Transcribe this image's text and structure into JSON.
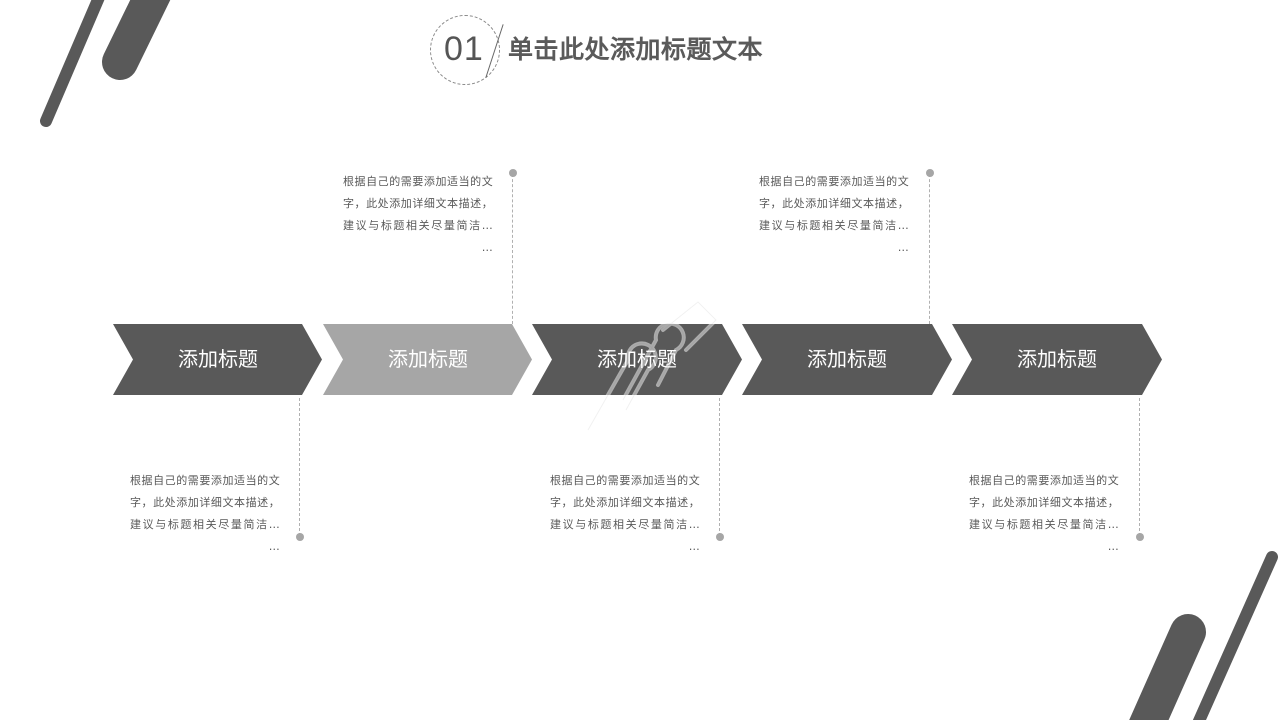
{
  "slide": {
    "background": "#ffffff",
    "accent_dark": "#595959",
    "accent_light": "#a6a6a6"
  },
  "header": {
    "number": "01",
    "title": "单击此处添加标题文本"
  },
  "steps": [
    {
      "label": "添加标题",
      "color": "#595959",
      "desc_position": "below",
      "description": "根据自己的需要添加适当的文字，此处添加详细文本描述，建议与标题相关尽量简洁… …"
    },
    {
      "label": "添加标题",
      "color": "#a6a6a6",
      "desc_position": "above",
      "description": "根据自己的需要添加适当的文字，此处添加详细文本描述，建议与标题相关尽量简洁… …"
    },
    {
      "label": "添加标题",
      "color": "#595959",
      "desc_position": "below",
      "description": "根据自己的需要添加适当的文字，此处添加详细文本描述，建议与标题相关尽量简洁… …"
    },
    {
      "label": "添加标题",
      "color": "#595959",
      "desc_position": "above",
      "description": "根据自己的需要添加适当的文字，此处添加详细文本描述，建议与标题相关尽量简洁… …"
    },
    {
      "label": "添加标题",
      "color": "#595959",
      "desc_position": "below",
      "description": "根据自己的需要添加适当的文字，此处添加详细文本描述，建议与标题相关尽量简洁… …"
    }
  ],
  "icons": {
    "corner_decor_top_left": "diagonal-stripes-icon",
    "corner_decor_bottom_right": "diagonal-stripes-icon",
    "watermark": "ppt-watermark-icon"
  }
}
